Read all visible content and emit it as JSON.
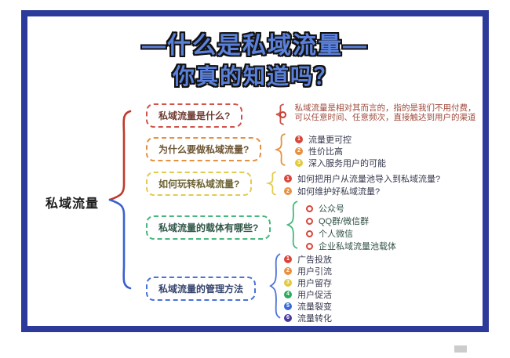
{
  "frame": {
    "color": "#2c3a9a"
  },
  "title": {
    "line1": "—什么是私域流量—",
    "line2": "你真的知道吗？",
    "color": "#5b80d9"
  },
  "root": {
    "label": "私域流量",
    "brace_top_color": "#c0392b",
    "brace_bottom_color": "#3a5fd0"
  },
  "branches": [
    {
      "label": "私域流量是什么?",
      "color": "#d0544a",
      "note": "私域流量是相对其而言的，指的是我们不用付费，可以任意时间、任意频次，直接触达到用户的渠道",
      "note_icon_color": "#c83c32"
    },
    {
      "label": "为什么要做私域流量?",
      "color": "#e69140",
      "items": [
        {
          "num": "1",
          "color": "#d8453a",
          "text": "流量更可控"
        },
        {
          "num": "2",
          "color": "#e8903e",
          "text": "性价比高"
        },
        {
          "num": "3",
          "color": "#e2c93d",
          "text": "深入服务用户的可能"
        }
      ]
    },
    {
      "label": "如何玩转私域流量?",
      "color": "#e3cb4e",
      "items": [
        {
          "num": "1",
          "color": "#d8453a",
          "text": "如何把用户从流量池导入到私域流量?"
        },
        {
          "num": "2",
          "color": "#e8903e",
          "text": "如何维护好私域流量?"
        }
      ]
    },
    {
      "label": "私域流量的载体有哪些?",
      "color": "#46b87c",
      "items": [
        {
          "dot_color": "#d8453a",
          "text": "公众号"
        },
        {
          "dot_color": "#d8453a",
          "text": "QQ群/微信群"
        },
        {
          "dot_color": "#d8453a",
          "text": "个人微信"
        },
        {
          "dot_color": "#d8453a",
          "text": "企业私域流量池载体"
        }
      ]
    },
    {
      "label": "私域流量的管理方法",
      "color": "#4a72d8",
      "items": [
        {
          "num": "1",
          "color": "#d8453a",
          "text": "广告投放"
        },
        {
          "num": "2",
          "color": "#e8903e",
          "text": "用户引流"
        },
        {
          "num": "3",
          "color": "#e2c93d",
          "text": "用户留存"
        },
        {
          "num": "4",
          "color": "#2fa85e",
          "text": "用户促活"
        },
        {
          "num": "5",
          "color": "#3a6ad4",
          "text": "流量裂变"
        },
        {
          "num": "6",
          "color": "#4a3aa0",
          "text": "流量转化"
        }
      ]
    }
  ]
}
